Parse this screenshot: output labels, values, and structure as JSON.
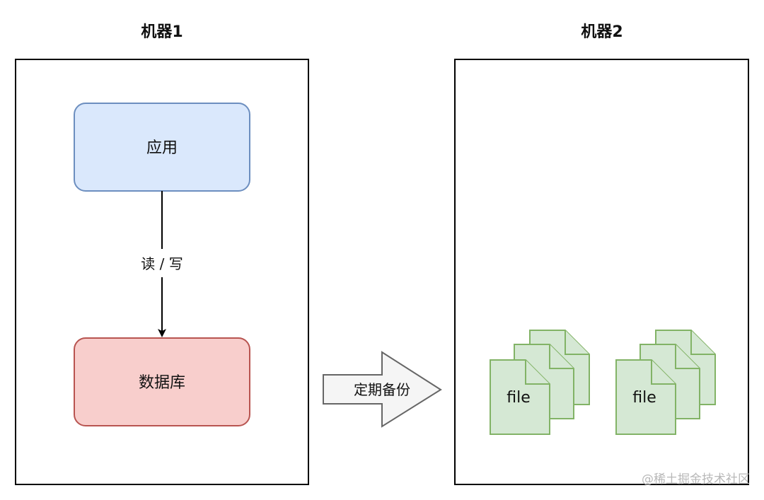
{
  "machines": [
    {
      "title": "机器1"
    },
    {
      "title": "机器2"
    }
  ],
  "nodes": {
    "app": {
      "label": "应用",
      "fill": "#dae8fc",
      "stroke": "#6c8ebf"
    },
    "database": {
      "label": "数据库",
      "fill": "#f8cecc",
      "stroke": "#b85450"
    }
  },
  "edges": {
    "read_write": {
      "label": "读 / 写"
    }
  },
  "backup_arrow": {
    "label": "定期备份"
  },
  "file_stacks": [
    {
      "label": "file",
      "fill": "#d5e8d4",
      "stroke": "#82b366"
    },
    {
      "label": "file",
      "fill": "#d5e8d4",
      "stroke": "#82b366"
    }
  ],
  "watermark": "@稀土掘金技术社区"
}
